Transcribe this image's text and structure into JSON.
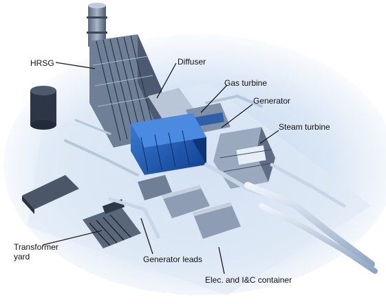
{
  "labels": {
    "hrsg": "HRSG",
    "diffuser": "Diffuser",
    "gas_turbine": "Gas turbine",
    "generator": "Generator",
    "steam_turbine": "Steam turbine",
    "transformer_yard": "Transformer\n yard",
    "generator_leads": "Generator leads",
    "elec_container": "Elec. and I&C container"
  },
  "colors": {
    "background_glow": "#cfe0f3",
    "steel": "#8d9db3",
    "steel_dark": "#3c4a5f",
    "generator_blue": "#1f5fbd",
    "pipe": "#c9d8ea",
    "leader": "#1a1a1a"
  }
}
